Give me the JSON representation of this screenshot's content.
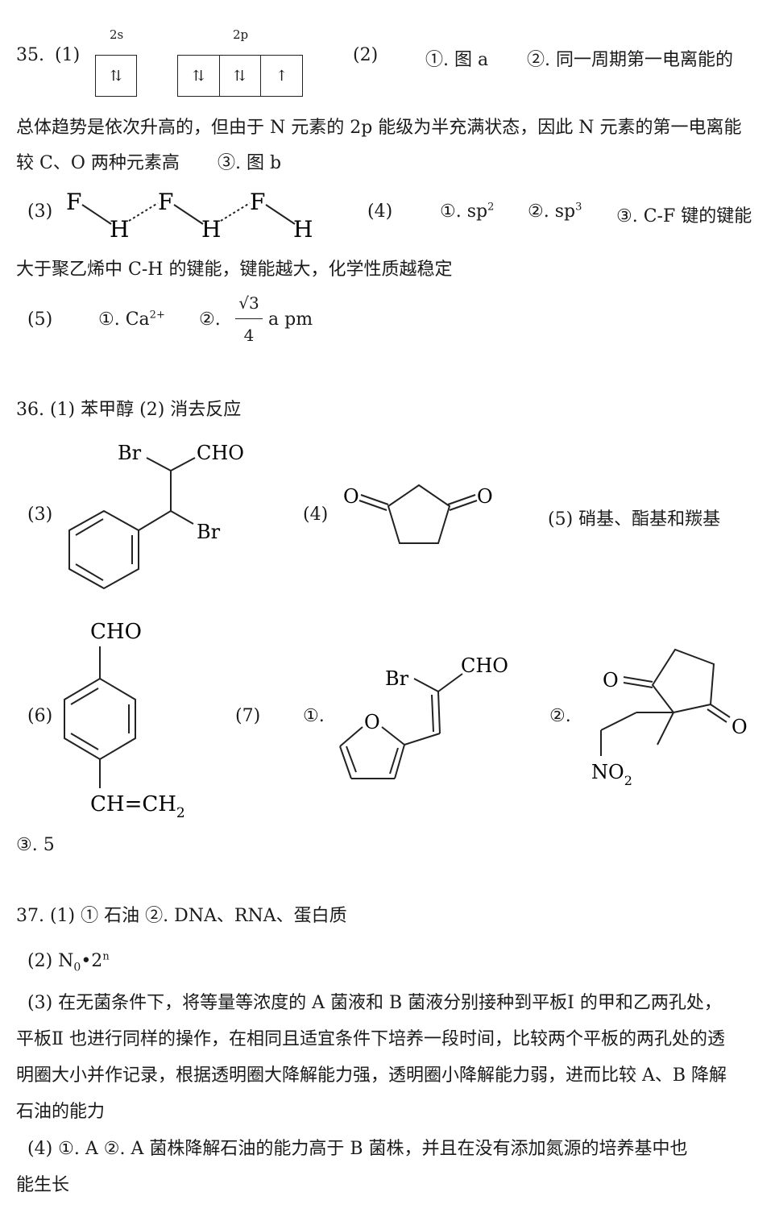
{
  "q35": {
    "label": "35.",
    "p1": "(1)",
    "orb_2s": "2s",
    "orb_2p": "2p",
    "box_2s": "⇅",
    "box_2p1": "⇅",
    "box_2p2": "⇅",
    "box_2p3": "↑",
    "p2": "(2)",
    "a1": "①. 图 a",
    "a2": "②. 同一周期第一电离能的",
    "line2": "总体趋势是依次升高的，但由于 N 元素的 2p 能级为半充满状态，因此 N 元素的第一电离能",
    "line3a": "较 C、O 两种元素高",
    "line3b": "③. 图 b",
    "p3": "(3)",
    "hf": [
      "F",
      "H",
      "F",
      "H",
      "F",
      "H"
    ],
    "p4": "(4)",
    "sp2_base": "①. sp",
    "sp2_sup": "2",
    "sp3_base": "②. sp",
    "sp3_sup": "3",
    "a4c": "③. C-F 键的键能",
    "line5": "大于聚乙烯中 C-H 的键能，键能越大，化学性质越稳定",
    "p5": "(5)",
    "ca_base": "①. Ca",
    "ca_sup": "2+",
    "frac_label": "②.",
    "frac_num": "√3",
    "frac_den": "4",
    "frac_unit": "a pm"
  },
  "q36": {
    "line1": "36. (1) 苯甲醇      (2) 消去反应",
    "p3": "(3)",
    "s3_br1": "Br",
    "s3_cho": "CHO",
    "s3_br2": "Br",
    "p4": "(4)",
    "s4_o1": "O",
    "s4_o2": "O",
    "p5": "(5) 硝基、酯基和羰基",
    "p6": "(6)",
    "s6_cho": "CHO",
    "s6_vinyl_main": "CH=CH",
    "s6_vinyl_sub": "2",
    "p7": "(7)",
    "p7a": "①.",
    "s7_br": "Br",
    "s7_cho": "CHO",
    "s7_o": "O",
    "p7b": "②.",
    "s7b_o1": "O",
    "s7b_o2": "O",
    "s7b_no2_main": "NO",
    "s7b_no2_sub": "2",
    "p7c": "③. 5"
  },
  "q37": {
    "line1": "37. (1) ①  石油      ②. DNA、RNA、蛋白质",
    "line2_main": "(2) N",
    "line2_sub": "0",
    "line2_rest": "•2",
    "line2_sup": "n",
    "p3_1": "(3) 在无菌条件下，将等量等浓度的 A 菌液和 B 菌液分别接种到平板Ⅰ 的甲和乙两孔处，",
    "p3_2": "平板Ⅱ 也进行同样的操作，在相同且适宜条件下培养一段时间，比较两个平板的两孔处的透",
    "p3_3": "明圈大小并作记录，根据透明圈大降解能力强，透明圈小降解能力弱，进而比较 A、B 降解",
    "p3_4": "石油的能力",
    "p4_1": "(4) ①. A      ②. A 菌株降解石油的能力高于 B 菌株，并且在没有添加氮源的培养基中也",
    "p4_2": "能生长"
  }
}
